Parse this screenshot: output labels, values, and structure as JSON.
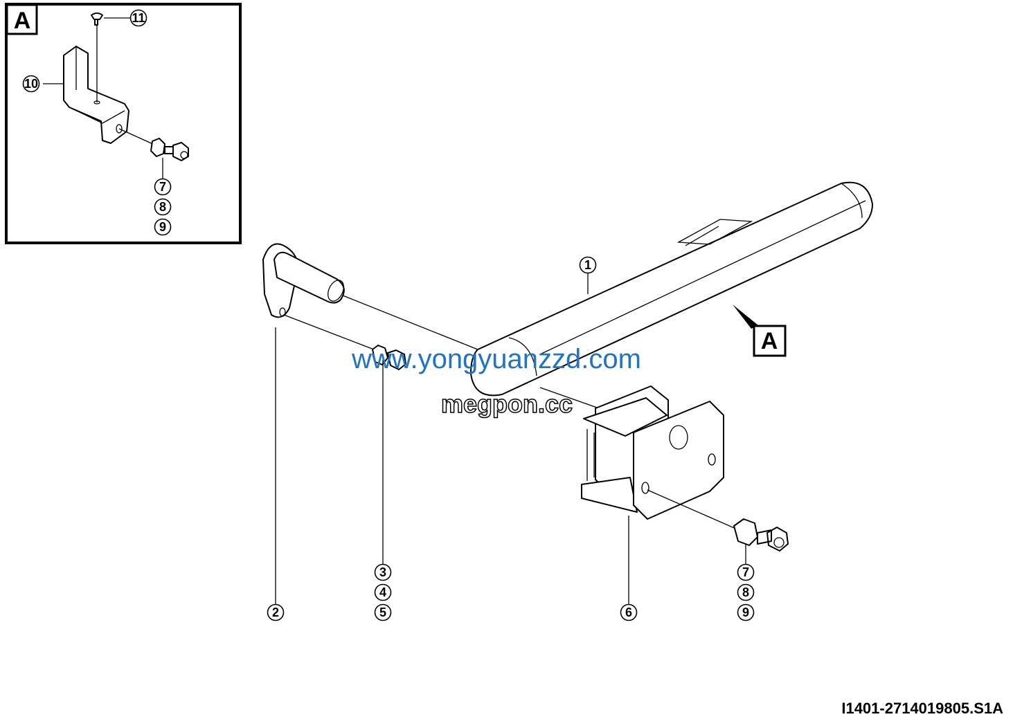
{
  "inset": {
    "label": "A",
    "callouts": [
      "11",
      "10",
      "7",
      "8",
      "9"
    ]
  },
  "main": {
    "callouts": [
      "1",
      "2",
      "3",
      "4",
      "5",
      "6",
      "7",
      "8",
      "9"
    ],
    "view_label": "A"
  },
  "watermarks": [
    "www.yongyuanzzd.com",
    "megpon.cc"
  ],
  "watermark_color": "#1f74c6",
  "drawing_code": "I1401-2714019805.S1A"
}
